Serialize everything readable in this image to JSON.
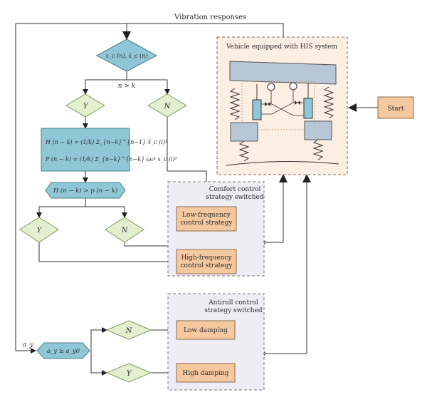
{
  "diagram": {
    "top_label": "Vibration responses",
    "decision_top": "x_c (n), x̄_c (n)",
    "decision_top_condition": "n > k",
    "yes_label": "Y",
    "no_label": "N",
    "formula_h": "H (n − k) = (1/k) Σ_{n−k}^{n−1} x̄_c (i)²",
    "formula_p": "P (n − k) = (1/k) Σ_{n−k}^{n−k} ω₀⁴ x_c (i)²",
    "compare": "H (n − k) > p (n − k)",
    "vehicle_panel_title": "Vehicle equipped with HIS system",
    "start_label": "Start",
    "comfort_group_title_1": "Comfort control",
    "comfort_group_title_2": "strategy switched",
    "low_freq_1": "Low-frequency",
    "low_freq_2": "control strategy",
    "high_freq_1": "High-frequency",
    "high_freq_2": "control strategy",
    "antiroll_title_1": "Antiroll control",
    "antiroll_title_2": "strategy switched",
    "low_damping": "Low damping",
    "high_damping": "High damping",
    "ay_label": "a_y",
    "ay_decision": "a_y ≥ a_y0"
  },
  "colors": {
    "teal": "#8fc7d6",
    "pale_green": "#e4efcf",
    "orange_box": "#f5c8a0",
    "group_bg": "#efedf4",
    "vehicle_bg": "#fbeee2",
    "body_gray": "#b8c7d7"
  }
}
